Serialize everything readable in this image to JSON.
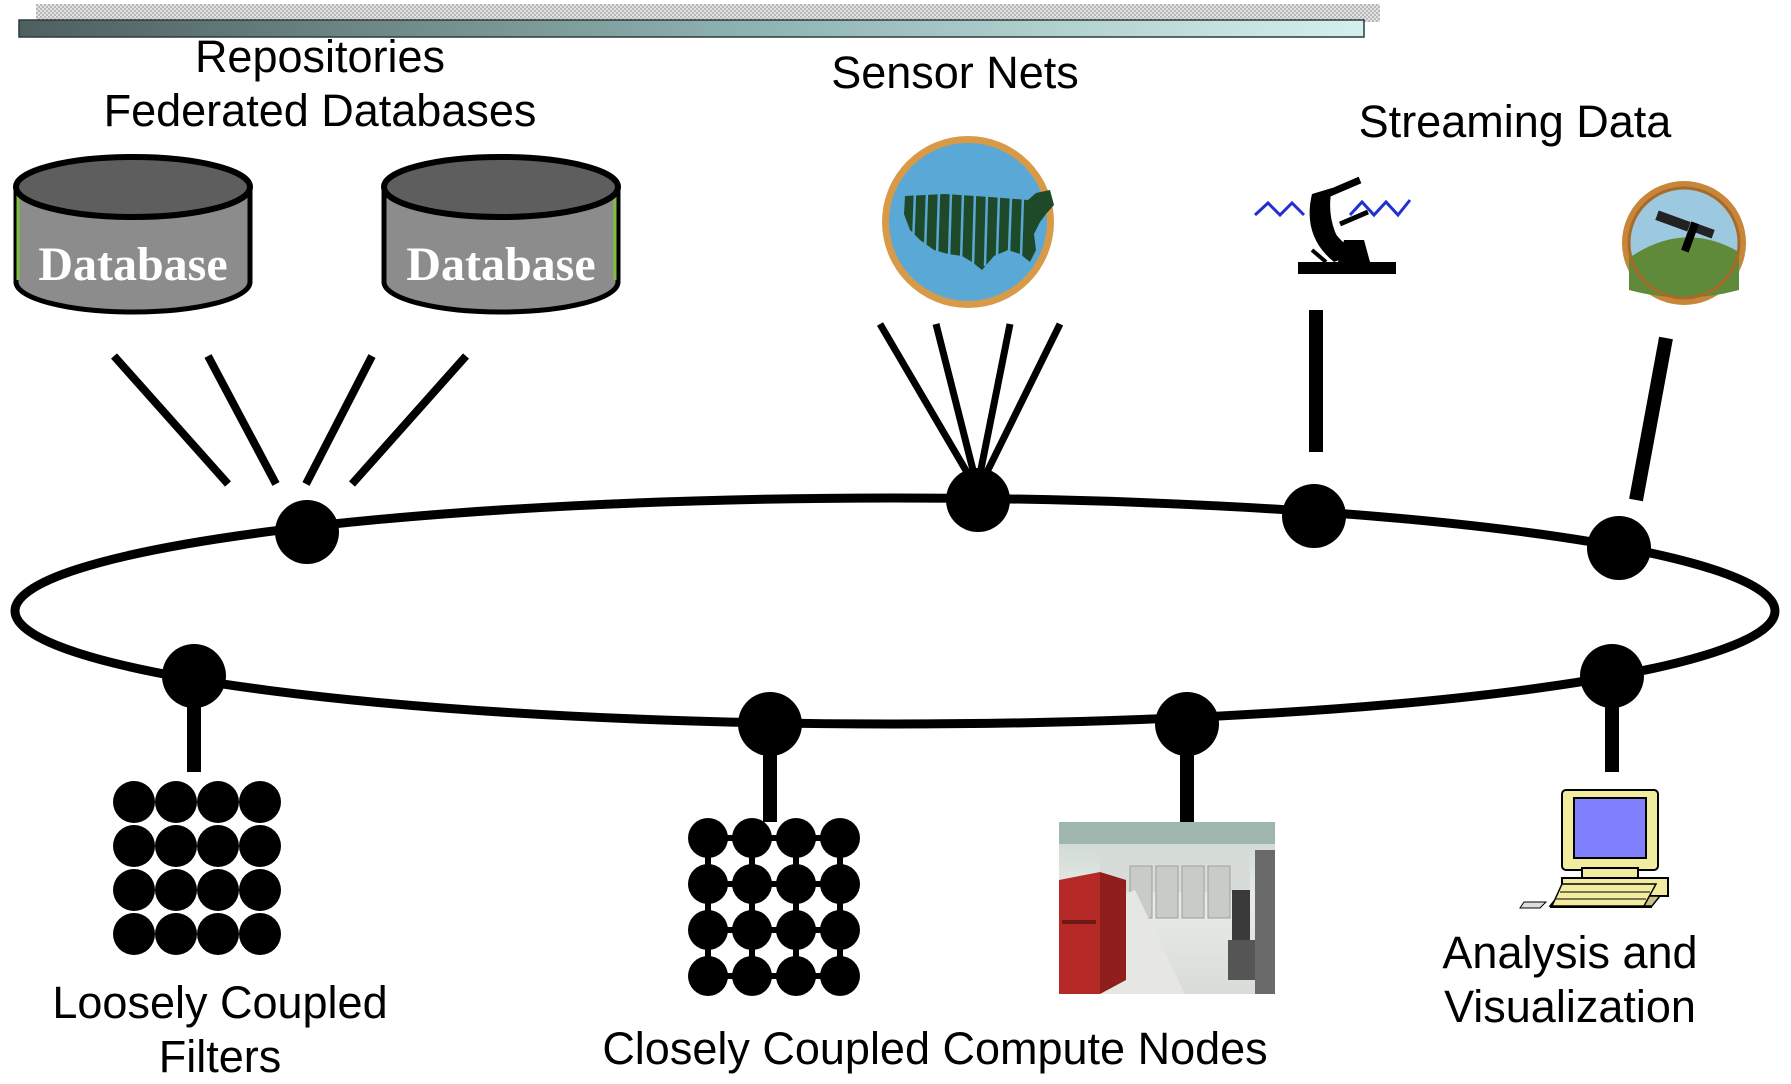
{
  "labels": {
    "repositories": [
      "Repositories",
      "Federated Databases"
    ],
    "sensor_nets": "Sensor Nets",
    "streaming_data": "Streaming Data",
    "loosely_coupled": [
      "Loosely Coupled",
      "Filters"
    ],
    "closely_coupled": "Closely Coupled Compute Nodes",
    "analysis": [
      "Analysis and",
      "Visualization"
    ]
  },
  "databases": [
    {
      "label": "Database"
    },
    {
      "label": "Database"
    }
  ],
  "icons": {
    "sensor": "usa-map-icon",
    "dish": "satellite-dish-icon",
    "satellite": "satellite-icon",
    "loose_grid": "node-grid-icon",
    "close_grid": "connected-node-grid-icon",
    "machine_room": "machine-room-photo",
    "computer": "computer-icon"
  },
  "colors": {
    "ink": "#000000",
    "db_fill": "#8c8c8c",
    "db_dark": "#5e5e5e",
    "globe_blue": "#5aa8d6",
    "globe_ring": "#c8863a",
    "map_green": "#1f4a2a",
    "screen": "#8080ff",
    "computer_body": "#f2eca0",
    "signal": "#2030d0"
  }
}
